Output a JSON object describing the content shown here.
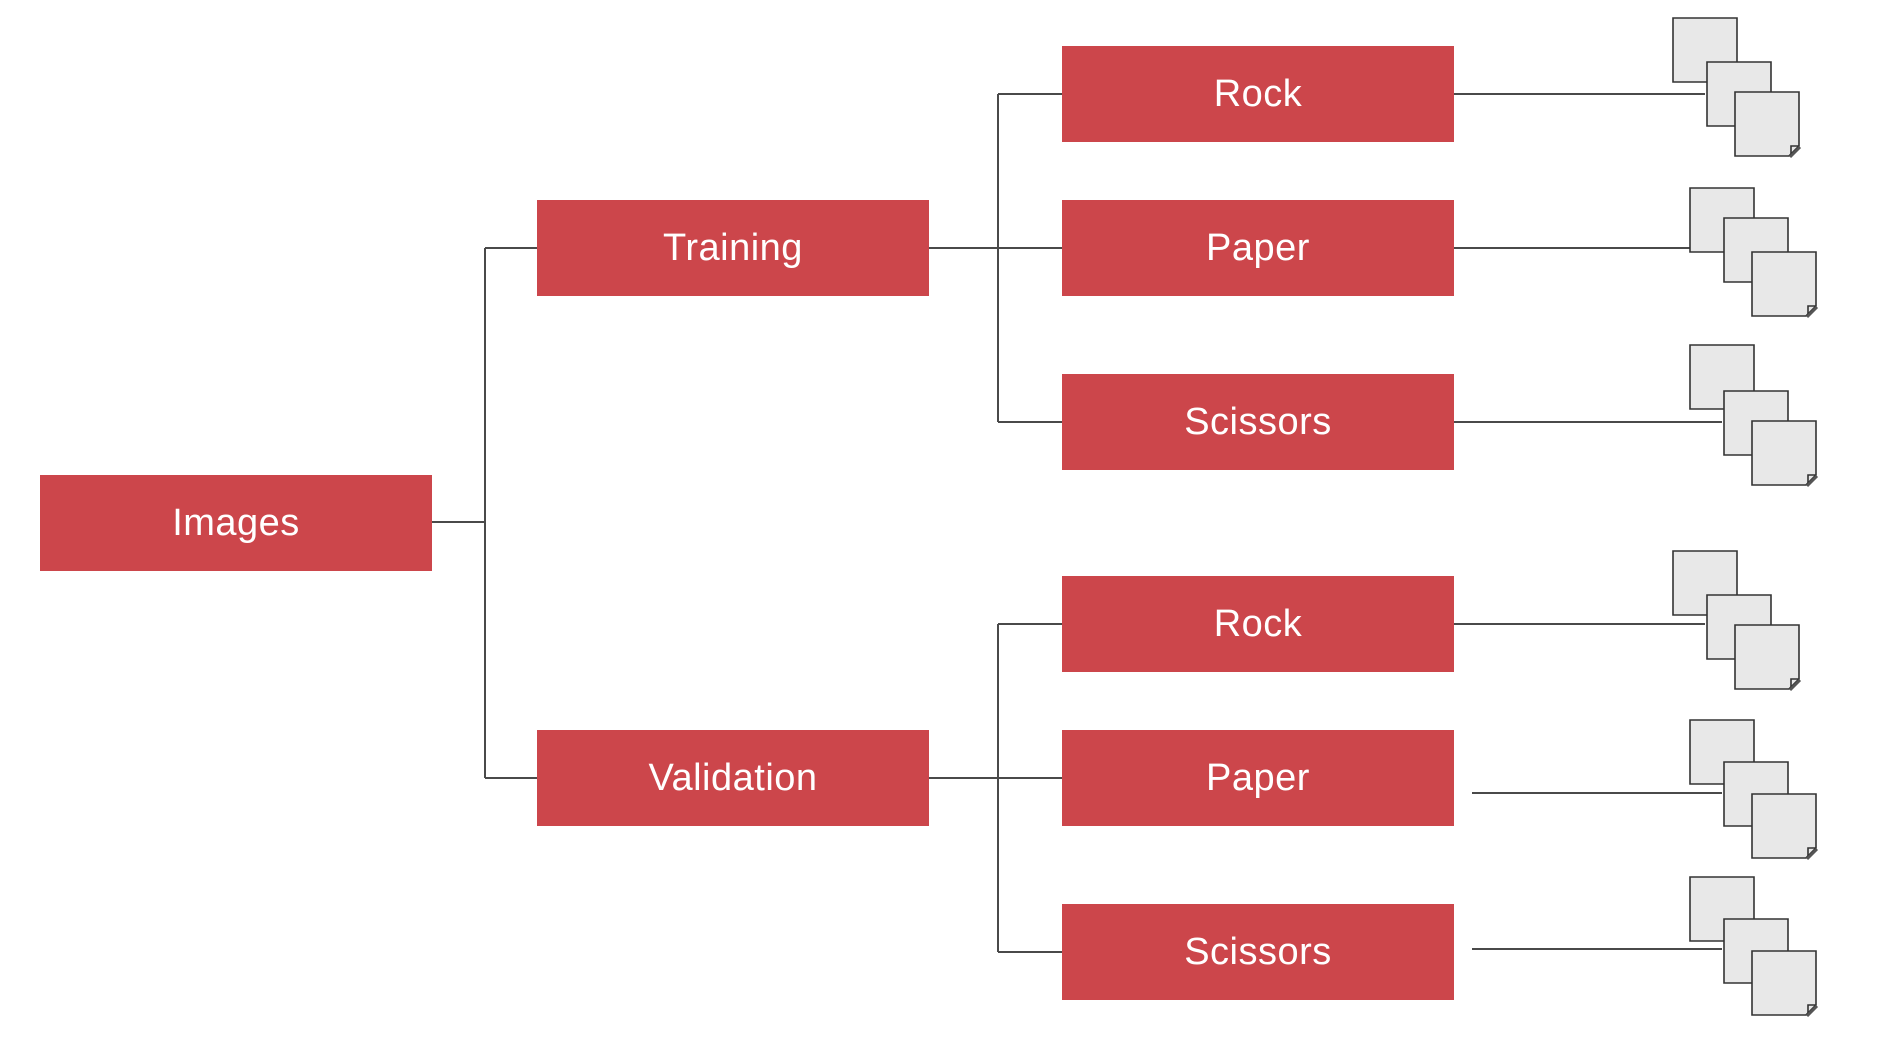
{
  "diagram": {
    "root": {
      "label": "Images"
    },
    "splits": [
      {
        "label": "Training",
        "classes": [
          {
            "label": "Rock"
          },
          {
            "label": "Paper"
          },
          {
            "label": "Scissors"
          }
        ]
      },
      {
        "label": "Validation",
        "classes": [
          {
            "label": "Rock"
          },
          {
            "label": "Paper"
          },
          {
            "label": "Scissors"
          }
        ]
      }
    ],
    "icons": {
      "file_stack": "file-stack-icon"
    },
    "colors": {
      "node_fill": "#cc464b",
      "node_text": "#ffffff",
      "connector": "#4a4a4a",
      "file_fill": "#e8e8e8",
      "file_stroke": "#333333"
    }
  }
}
